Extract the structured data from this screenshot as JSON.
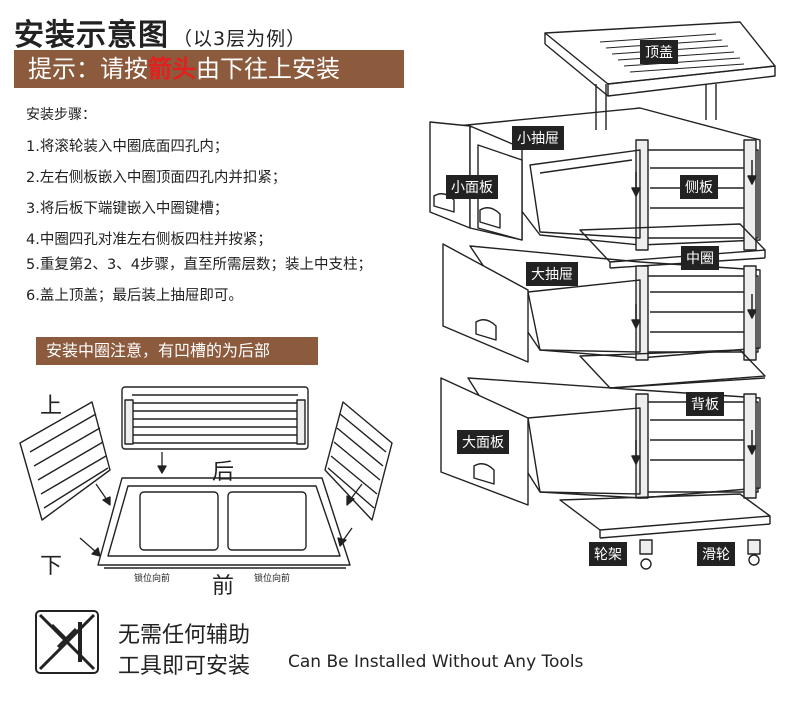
{
  "header": {
    "title": "安装示意图",
    "subtitle": "（以3层为例）",
    "tip_prefix": "提示：请按",
    "tip_highlight": "箭头",
    "tip_suffix": "由下往上安装"
  },
  "steps": {
    "heading": "安装步骤：",
    "items": [
      "1.将滚轮装入中圈底面四孔内；",
      "2.左右侧板嵌入中圈顶面四孔内并扣紧；",
      "3.将后板下端键嵌入中圈键槽；",
      "4.中圈四孔对准左右侧板四柱并按紧；",
      "5.重复第2、3、4步骤，直至所需层数；装上中支柱；",
      "6.盖上顶盖；最后装上抽屉即可。"
    ]
  },
  "middle_ring_note": "安装中圈注意，有凹槽的为后部",
  "left_diagram": {
    "up": "上",
    "down": "下",
    "back": "后",
    "front": "前",
    "lock_front_left": "锁位向前",
    "lock_front_right": "锁位向前"
  },
  "part_labels": {
    "top_cover": "顶盖",
    "small_drawer": "小抽屉",
    "small_panel": "小面板",
    "side_panel": "侧板",
    "middle_ring": "中圈",
    "large_drawer": "大抽屉",
    "back_panel": "背板",
    "large_panel": "大面板",
    "caster_frame": "轮架",
    "caster": "滑轮"
  },
  "tools": {
    "line1": "无需任何辅助",
    "line2": "工具即可安装",
    "english": "Can Be Installed Without Any Tools"
  },
  "colors": {
    "brown": "#8c5a3c",
    "highlight_red": "#e3201f",
    "label_bg": "#222222"
  }
}
